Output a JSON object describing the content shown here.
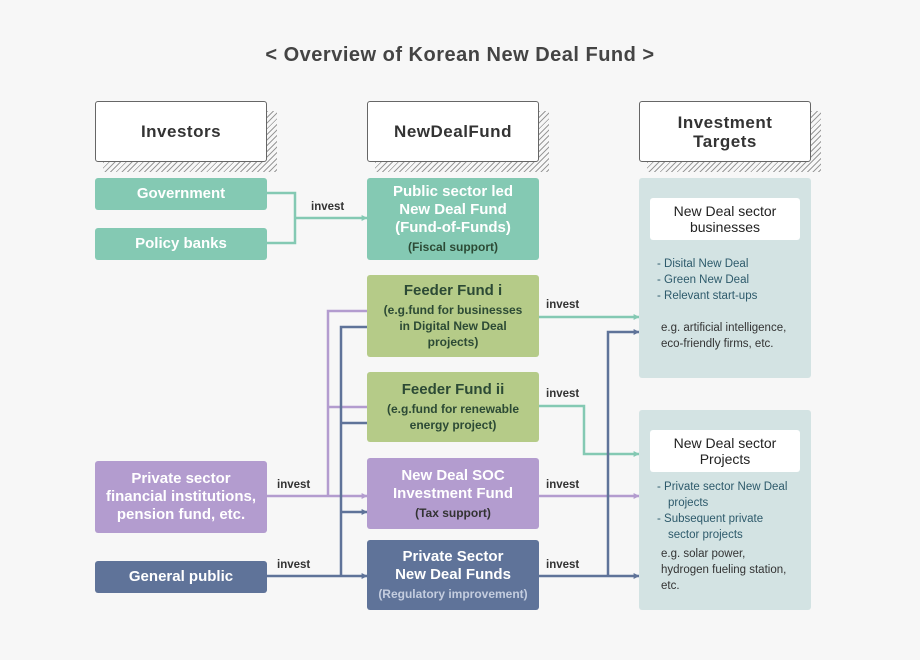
{
  "title": "< Overview of Korean New Deal Fund >",
  "headers": {
    "investors": "Investors",
    "fund": "NewDealFund",
    "targets_line1": "Investment",
    "targets_line2": "Targets"
  },
  "investors": {
    "government": "Government",
    "policy_banks": "Policy banks",
    "private_fin_line1": "Private sector",
    "private_fin_line2": "financial institutions,",
    "private_fin_line3": "pension fund, etc.",
    "general_public": "General public"
  },
  "funds": {
    "public": {
      "line1": "Public sector led",
      "line2": "New Deal Fund",
      "line3": "(Fund-of-Funds)",
      "sub": "(Fiscal support)"
    },
    "feeder1": {
      "title": "Feeder Fund i",
      "line1": "(e.g.fund for businesses",
      "line2": "in Digital New Deal",
      "line3": "projects)"
    },
    "feeder2": {
      "title": "Feeder Fund ii",
      "line1": "(e.g.fund for renewable",
      "line2": "energy project)"
    },
    "soc": {
      "line1": "New Deal SOC",
      "line2": "Investment Fund",
      "sub": "(Tax support)"
    },
    "private": {
      "line1": "Private Sector",
      "line2": "New Deal Funds",
      "sub": "(Regulatory improvement)"
    }
  },
  "targets": {
    "businesses": {
      "header_line1": "New Deal sector",
      "header_line2": "businesses",
      "bullets": [
        "- Disital New Deal",
        "- Green New Deal",
        "- Relevant start-ups"
      ],
      "eg_line1": "e.g. artificial intelligence,",
      "eg_line2": "eco-friendly firms, etc."
    },
    "projects": {
      "header_line1": "New Deal sector",
      "header_line2": "Projects",
      "bullet1_line1": "- Private sector New Deal",
      "bullet1_line2": "projects",
      "bullet2_line1": "- Subsequent private",
      "bullet2_line2": "sector projects",
      "eg_line1": "e.g. solar power,",
      "eg_line2": "hydrogen fueling station,",
      "eg_line3": "etc."
    }
  },
  "edge_labels": {
    "invest_public": "invest",
    "invest_feeder1": "invest",
    "invest_feeder2": "invest",
    "invest_private_fin": "invest",
    "invest_soc": "invest",
    "invest_general": "invest",
    "invest_private_fund": "invest"
  },
  "colors": {
    "teal": "#84c9b3",
    "green": "#b5cb88",
    "purple": "#b39ccf",
    "navy": "#5f7399",
    "target_bg": "#d3e3e3"
  }
}
